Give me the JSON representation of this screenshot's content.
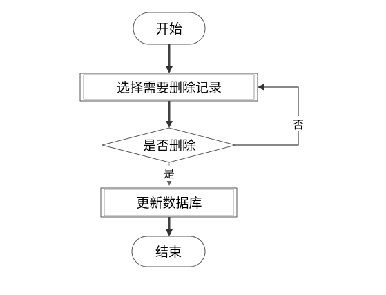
{
  "diagram": {
    "start": "开始",
    "step_select": "选择需要删除记录",
    "decision": "是否删除",
    "step_update": "更新数据库",
    "end": "结束",
    "label_no": "否",
    "label_yes": "是"
  },
  "colors": {
    "stroke": "#404040",
    "arrow": "#404040",
    "text": "#000000",
    "background": "#ffffff"
  }
}
